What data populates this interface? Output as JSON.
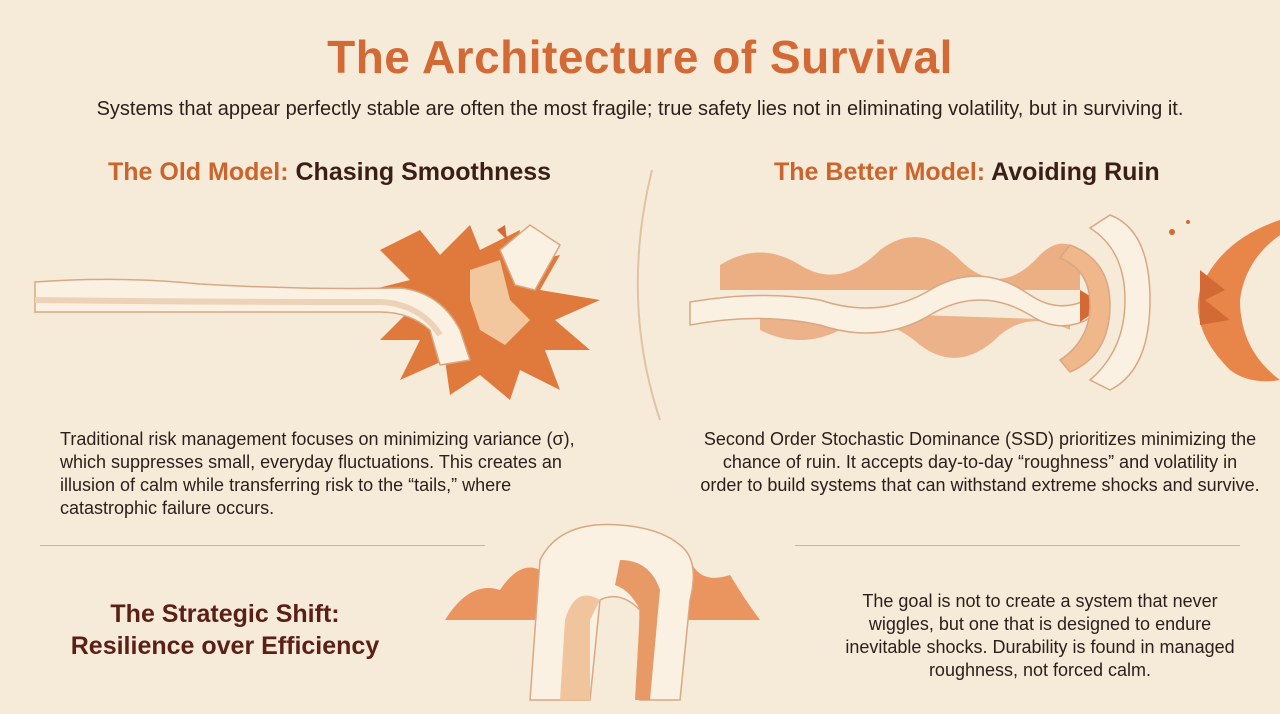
{
  "title": "The Architecture of Survival",
  "subtitle": "Systems that appear perfectly stable are often the most fragile; true safety lies not in eliminating volatility, but in surviving it.",
  "old_model": {
    "heading_prefix": "The Old Model:",
    "heading_main": "Chasing Smoothness",
    "description": "Traditional risk management focuses on minimizing variance (σ), which suppresses small, everyday fluctuations. This creates an illusion of calm while transferring risk to the “tails,” where catastrophic failure occurs."
  },
  "better_model": {
    "heading_prefix": "The Better Model:",
    "heading_main": "Avoiding Ruin",
    "description": "Second Order Stochastic Dominance (SSD) prioritizes minimizing the chance of ruin. It accepts day-to-day “roughness” and volatility in order to build systems that can withstand extreme shocks and survive."
  },
  "strategic_shift": {
    "heading_line1": "The Strategic Shift:",
    "heading_line2": "Resilience over Efficiency",
    "description": "The goal is not to create a system that never wiggles, but one that is designed to endure inevitable shocks. Durability is found in managed roughness, not forced calm."
  },
  "colors": {
    "background": "#f6ead9",
    "accent": "#d36a35",
    "flame": "#e8864a",
    "cream": "#fbf1e3",
    "dark_heading": "#5a1f17"
  }
}
